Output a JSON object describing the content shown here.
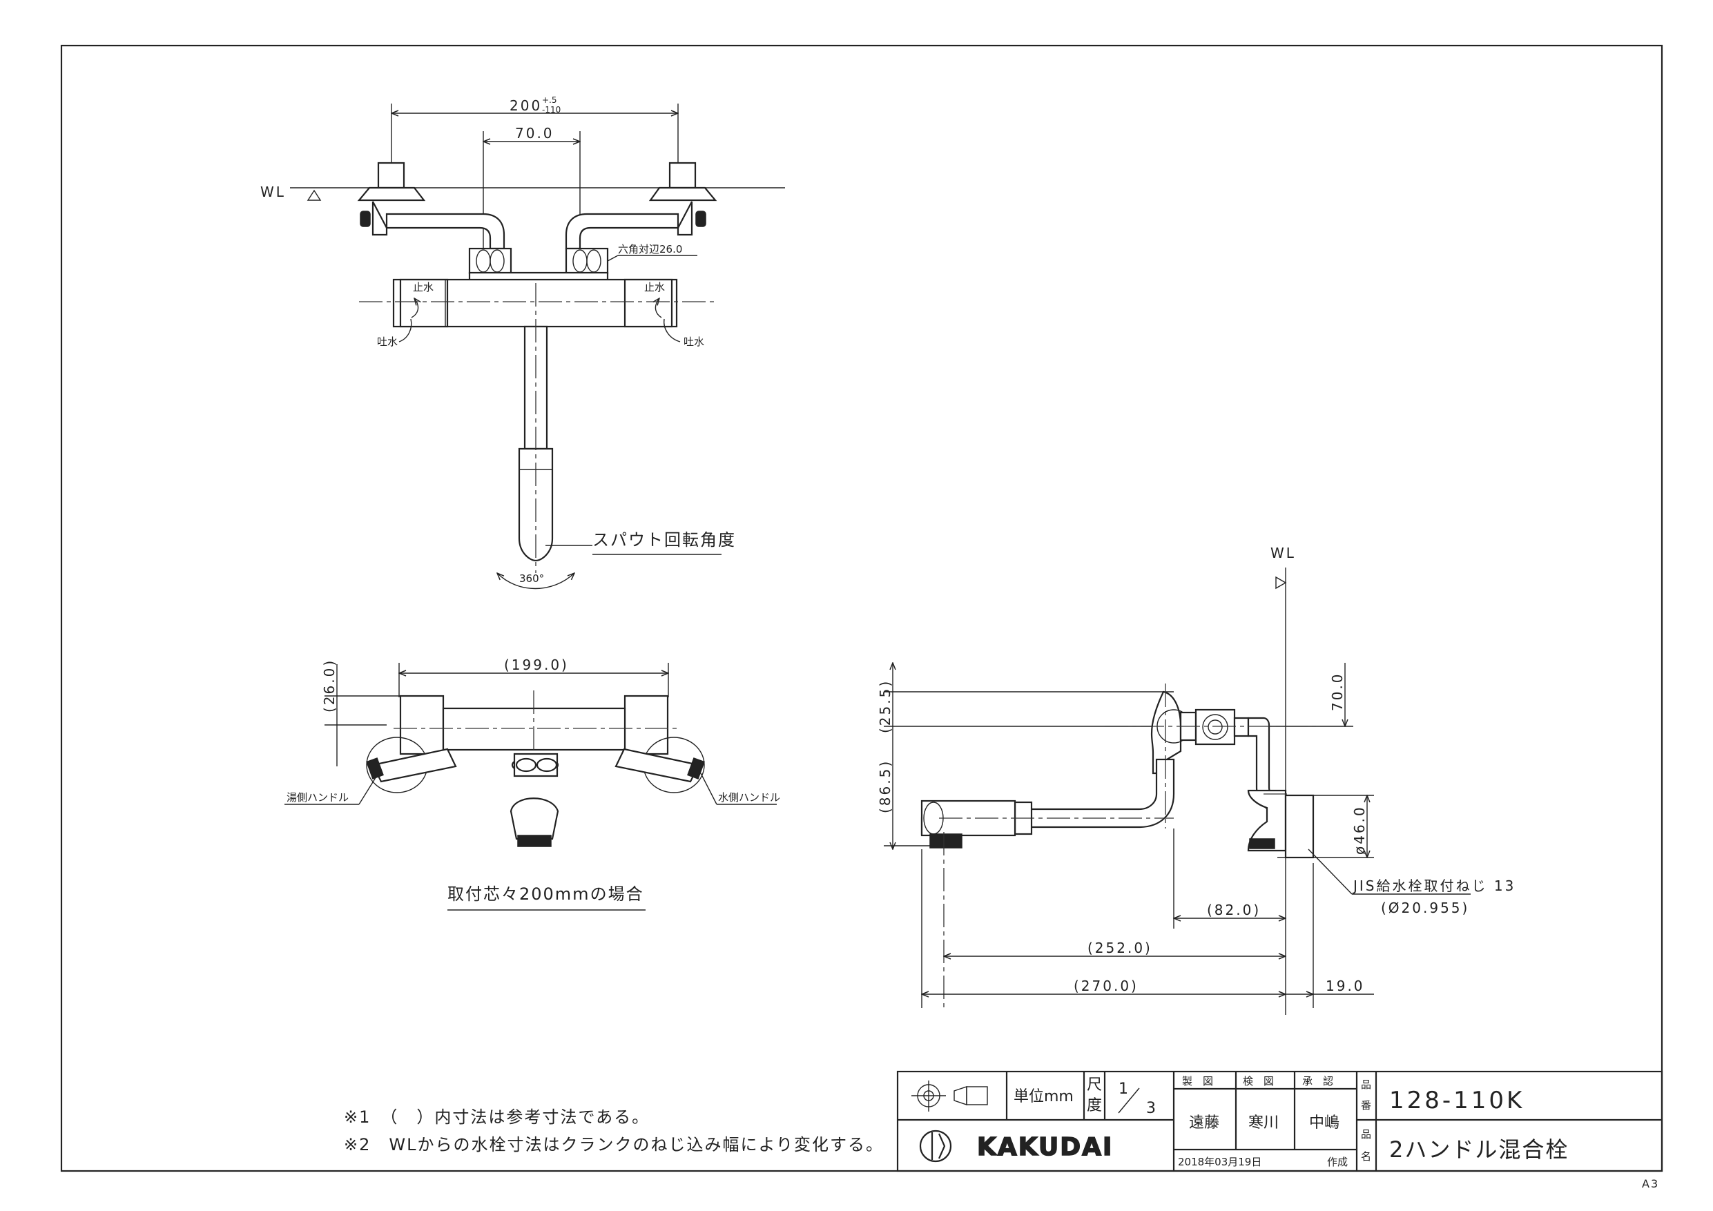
{
  "drawing": {
    "top_view": {
      "wl_label": "WL",
      "dim_overall": "200",
      "dim_overall_tol_plus": "+.5",
      "dim_overall_tol_minus": "-110",
      "dim_inner": "70.0",
      "hex_label": "六角対辺26.0",
      "stop_label_left": "止水",
      "stop_label_right": "止水",
      "spout_label_left": "吐水",
      "spout_label_right": "吐水",
      "spout_rotation_label": "スパウト回転角度",
      "rotation_angle": "360°"
    },
    "front_view": {
      "dim_width": "(199.0)",
      "dim_height": "(26.0)",
      "hot_handle_label": "湯側ハンドル",
      "cold_handle_label": "水側ハンドル",
      "caption": "取付芯々200mmの場合"
    },
    "side_view": {
      "wl_label": "WL",
      "dim_25_5": "(25.5)",
      "dim_86_5": "(86.5)",
      "dim_70": "70.0",
      "dim_46": "ø46.0",
      "thread_label": "JIS給水栓取付ねじ 13",
      "thread_diameter": "(Ø20.955)",
      "dim_82": "(82.0)",
      "dim_252": "(252.0)",
      "dim_270": "(270.0)",
      "dim_19": "19.0"
    },
    "notes": [
      "※1　（　）内寸法は参考寸法である。",
      "※2　WLからの水栓寸法はクランクのねじ込み幅により変化する。"
    ]
  },
  "title_block": {
    "unit_label": "単位mm",
    "scale_label_1": "尺",
    "scale_label_2": "度",
    "scale_num": "1",
    "scale_den": "3",
    "made_label": "製　図",
    "checked_label": "検　図",
    "approved_label": "承　認",
    "made_by": "遠藤",
    "checked_by": "寒川",
    "approved_by": "中嶋",
    "date": "2018年03月19日",
    "created_label": "作成",
    "part_no_label_1": "品",
    "part_no_label_2": "番",
    "part_no": "128-110K",
    "part_name_label_1": "品",
    "part_name_label_2": "名",
    "part_name": "2ハンドル混合栓",
    "brand": "KAKUDAI",
    "sheet_size": "A3"
  }
}
